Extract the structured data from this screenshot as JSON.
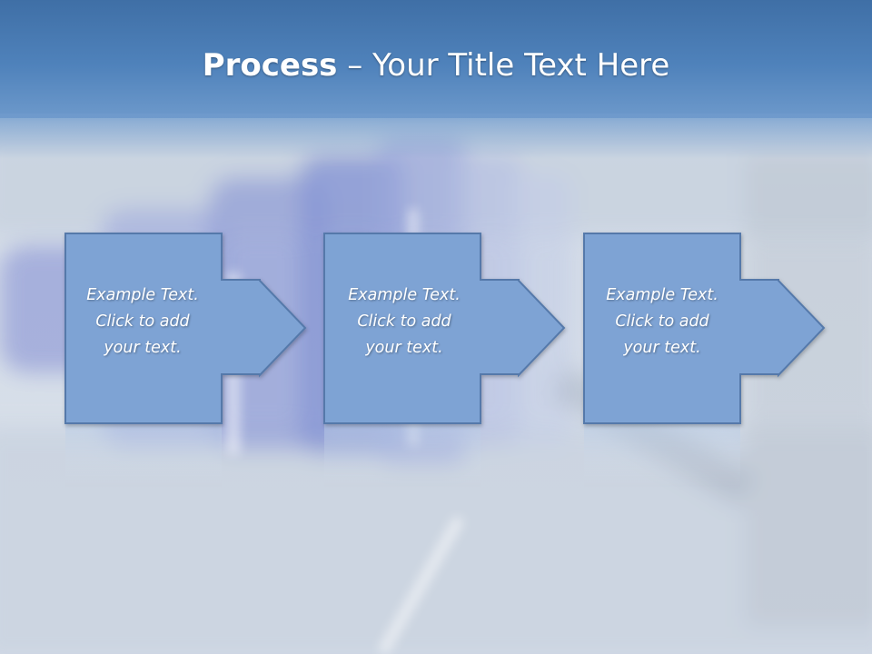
{
  "title": {
    "bold": "Process",
    "rest": " – Your Title Text Here"
  },
  "steps": [
    {
      "line1": "Example Text.",
      "line2": "Click  to add",
      "line3": "your text."
    },
    {
      "line1": "Example Text.",
      "line2": "Click  to add",
      "line3": "your text."
    },
    {
      "line1": "Example Text.",
      "line2": "Click  to add",
      "line3": "your text."
    }
  ],
  "colors": {
    "header": "#4a7cb6",
    "box_fill": "#7ea3d4",
    "box_border": "#5579aa",
    "text": "#ffffff"
  }
}
